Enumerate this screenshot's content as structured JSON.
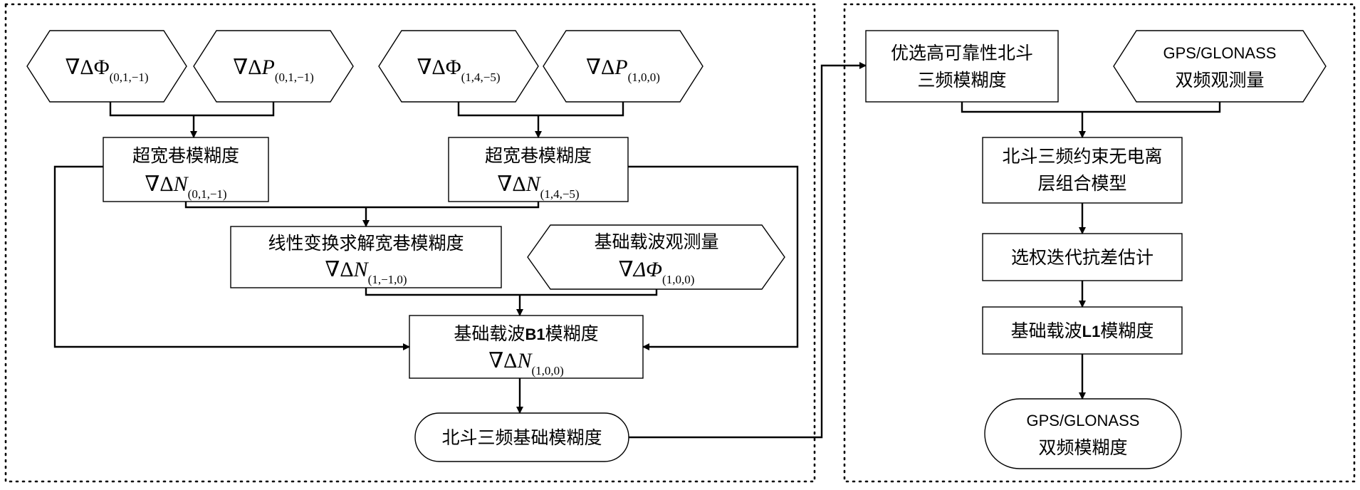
{
  "left_panel": {
    "hex1": {
      "symbol": "∇ΔΦ",
      "sub": "(0,1,−1)"
    },
    "hex2": {
      "symbol": "∇ΔP",
      "sub": "(0,1,−1)"
    },
    "hex3": {
      "symbol": "∇ΔΦ",
      "sub": "(1,4,−5)"
    },
    "hex4": {
      "symbol": "∇ΔP",
      "sub": "(1,0,0)"
    },
    "ewl1": {
      "line1": "超宽巷模糊度",
      "symbol": "∇ΔN",
      "sub": "(0,1,−1)"
    },
    "ewl2": {
      "line1": "超宽巷模糊度",
      "symbol": "∇ΔN",
      "sub": "(1,4,−5)"
    },
    "wl": {
      "line1": "线性变换求解宽巷模糊度",
      "symbol": "∇ΔN",
      "sub": "(1,−1,0)"
    },
    "base_obs": {
      "line1": "基础载波观测量",
      "symbol": "∇ΔΦ",
      "sub": "(1,0,0)"
    },
    "b1": {
      "line1a": "基础载波",
      "line1b": "B1",
      "line1c": "模糊度",
      "symbol": "∇ΔN",
      "sub": "(1,0,0)"
    },
    "result": {
      "label": "北斗三频基础模糊度"
    }
  },
  "right_panel": {
    "select": {
      "line1": "优选高可靠性北斗",
      "line2": "三频模糊度"
    },
    "gnss_obs": {
      "line1": "GPS/GLONASS",
      "line2": "双频观测量"
    },
    "model": {
      "line1": "北斗三频约束无电离",
      "line2": "层组合模型"
    },
    "robust": {
      "label": "选权迭代抗差估计"
    },
    "l1": {
      "line1a": "基础载波",
      "line1b": "L1",
      "line1c": "模糊度"
    },
    "result": {
      "line1": "GPS/GLONASS",
      "line2": "双频模糊度"
    }
  }
}
